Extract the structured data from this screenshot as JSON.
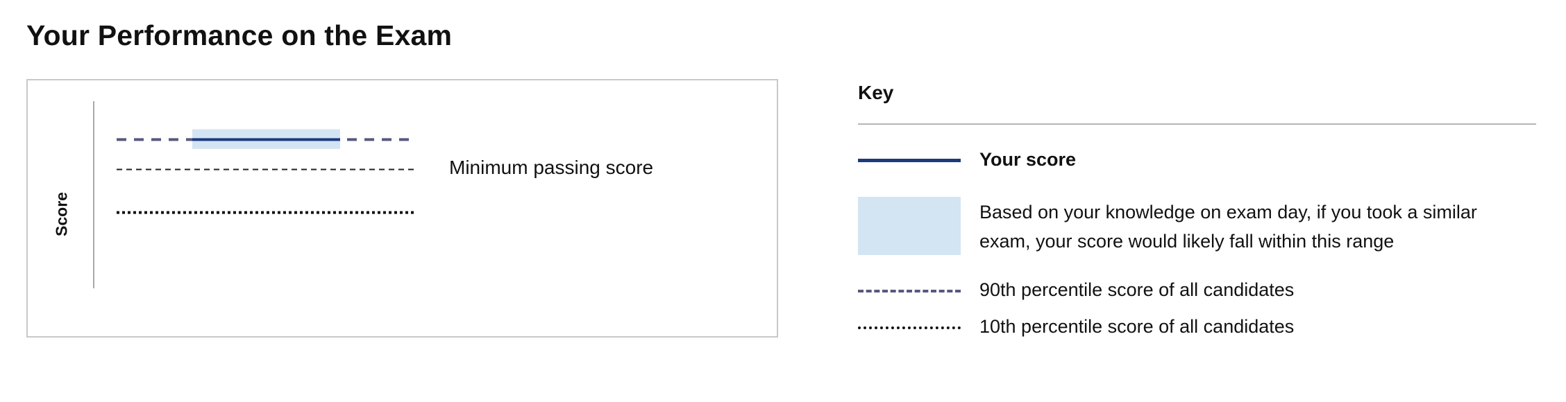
{
  "page": {
    "title": "Your Performance on the Exam"
  },
  "chart_data": {
    "type": "line",
    "ylabel": "Score",
    "reference_lines": [
      {
        "key": "p90",
        "label": "90th percentile score of all candidates"
      },
      {
        "key": "minimum_passing",
        "label": "Minimum passing score"
      },
      {
        "key": "p10",
        "label": "10th percentile score of all candidates"
      }
    ],
    "values": {
      "p90": 0.795,
      "your_score": 0.795,
      "likely_range": [
        0.745,
        0.85
      ],
      "minimum_passing": 0.635,
      "p10": 0.405
    },
    "ylim": [
      0,
      1
    ],
    "annotations": [
      "Minimum passing score"
    ],
    "colors": {
      "your_score": "#1d3a7c",
      "likely_range": "#d3e5f3",
      "p90": "#58587e",
      "minimum_passing": "#222222",
      "p10": "#111111",
      "axis": "#aaaaaa"
    }
  },
  "key": {
    "title": "Key",
    "items": [
      {
        "swatch": "solid-line",
        "label": "Your score"
      },
      {
        "swatch": "range-box",
        "label_line1": "Based on your knowledge on exam day, if you took a similar",
        "label_line2": "exam, your score would likely fall within this range"
      },
      {
        "swatch": "dashed-line",
        "label": "90th percentile score of all candidates"
      },
      {
        "swatch": "dotted-line",
        "label": "10th percentile score of all candidates"
      }
    ]
  }
}
